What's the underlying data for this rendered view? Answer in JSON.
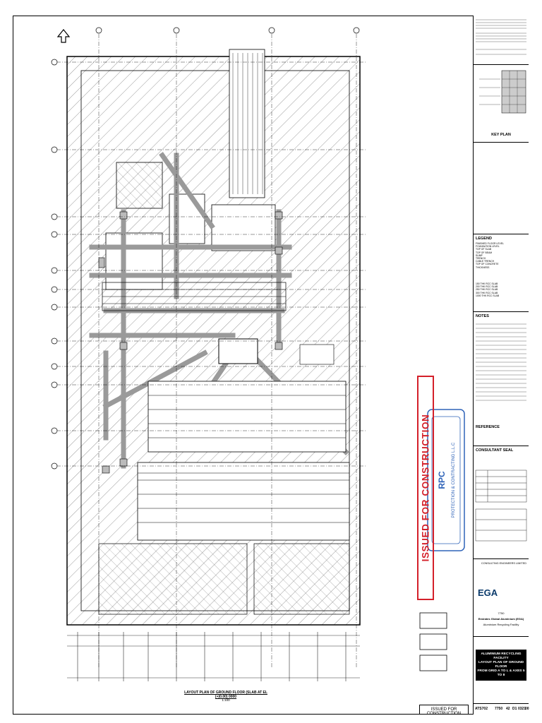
{
  "drawing": {
    "title": "LAYOUT PLAN OF GROUND FLOOR (SLAB AT EL (+)0.00) 0000",
    "scale": "1:100"
  },
  "key_plan": {
    "label": "KEY PLAN"
  },
  "legend": {
    "heading": "LEGEND",
    "items": [
      "FINISHED FLOOR LEVEL",
      "FOUNDATION LEVEL",
      "TOP OF SLAB",
      "TOP OF BEAM",
      "SUMP",
      "TRENCH",
      "CABLE TRENCH",
      "TOP OF CONCRETE",
      "THICKNESS"
    ],
    "fill_items": [
      "150 THK RCC SLAB",
      "200 THK RCC SLAB",
      "250 THK RCC SLAB",
      "300 THK RCC SLAB",
      "1000 THK RCC SLAB"
    ]
  },
  "notes": {
    "heading": "NOTES",
    "ref_heading": "REFERENCE"
  },
  "revisions": {
    "heading": "CONSULTANT SEAL"
  },
  "stamp": {
    "issued_vertical": "ISSUED FOR CONSTRUCTION"
  },
  "company": {
    "consultant": "CONSULTING ENGINEERS LIMITED",
    "client": "EGA",
    "client2": "Emirates Global Aluminium (EGA)",
    "facility": "Aluminium Recycling Facility",
    "ref_no": "7750"
  },
  "title_block": {
    "line1": "ALUMINIUM RECYCLING FACILITY",
    "line2": "LAYOUT PLAN OF GROUND FLOOR",
    "line3": "FROM GRID A TO L & AXES 5 TO 8"
  },
  "drawing_no": {
    "code": "ATS702",
    "ref": "7750",
    "sheet": "42",
    "rev_a": "D1",
    "rev_b": "0321",
    "rev_c": "00"
  },
  "issued_box": {
    "label": "ISSUED FOR CONSTRUCTION"
  },
  "colors": {
    "stamp_red": "#d4202a",
    "stamp_blue": "#2f63b8"
  },
  "icons": {
    "north_arrow": "north-arrow-icon"
  }
}
